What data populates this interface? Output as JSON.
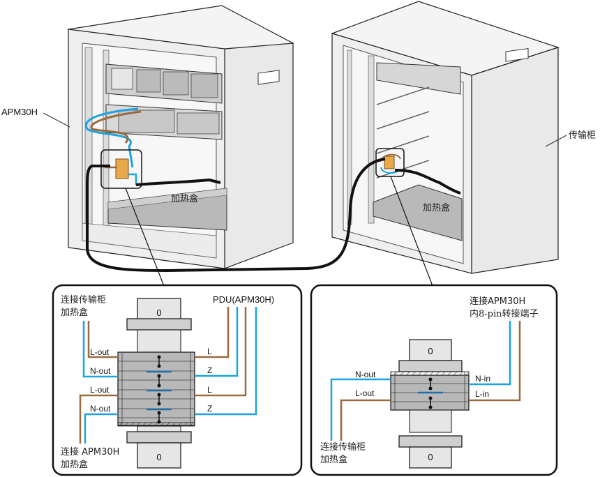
{
  "cabinets": {
    "left": {
      "name": "APM30H",
      "heater_label": "加热盒"
    },
    "right": {
      "name": "传输柜",
      "heater_label": "加热盒"
    }
  },
  "detail_left": {
    "top_left_label_line1": "连接传输柜",
    "top_left_label_line2": "加热盒",
    "top_right_label": "PDU(APM30H)",
    "bottom_left_label_line1": "连接 APM30H",
    "bottom_left_label_line2": "加热盒",
    "switch_top_mark": "0",
    "switch_bottom_mark": "0",
    "left_terminals": [
      "L-out",
      "N-out",
      "L-out",
      "N-out"
    ],
    "right_terminals": [
      "L",
      "Z",
      "L",
      "Z"
    ]
  },
  "detail_right": {
    "top_right_label_line1": "连接APM30H",
    "top_right_label_line2": "内8-pin转接端子",
    "bottom_left_label_line1": "连接传输柜",
    "bottom_left_label_line2": "加热盒",
    "switch_top_mark": "0",
    "switch_bottom_mark": "0",
    "left_terminals": [
      "N-out",
      "L-out"
    ],
    "right_terminals": [
      "N-in",
      "L-in"
    ]
  },
  "colors": {
    "live_wire": "#9a6a3f",
    "neutral_wire": "#1aa3e0",
    "cable": "#111111",
    "cabinet_face": "#eeeeee",
    "switch_body": "#b8b8b8",
    "bridge": "#1f6fa8"
  }
}
